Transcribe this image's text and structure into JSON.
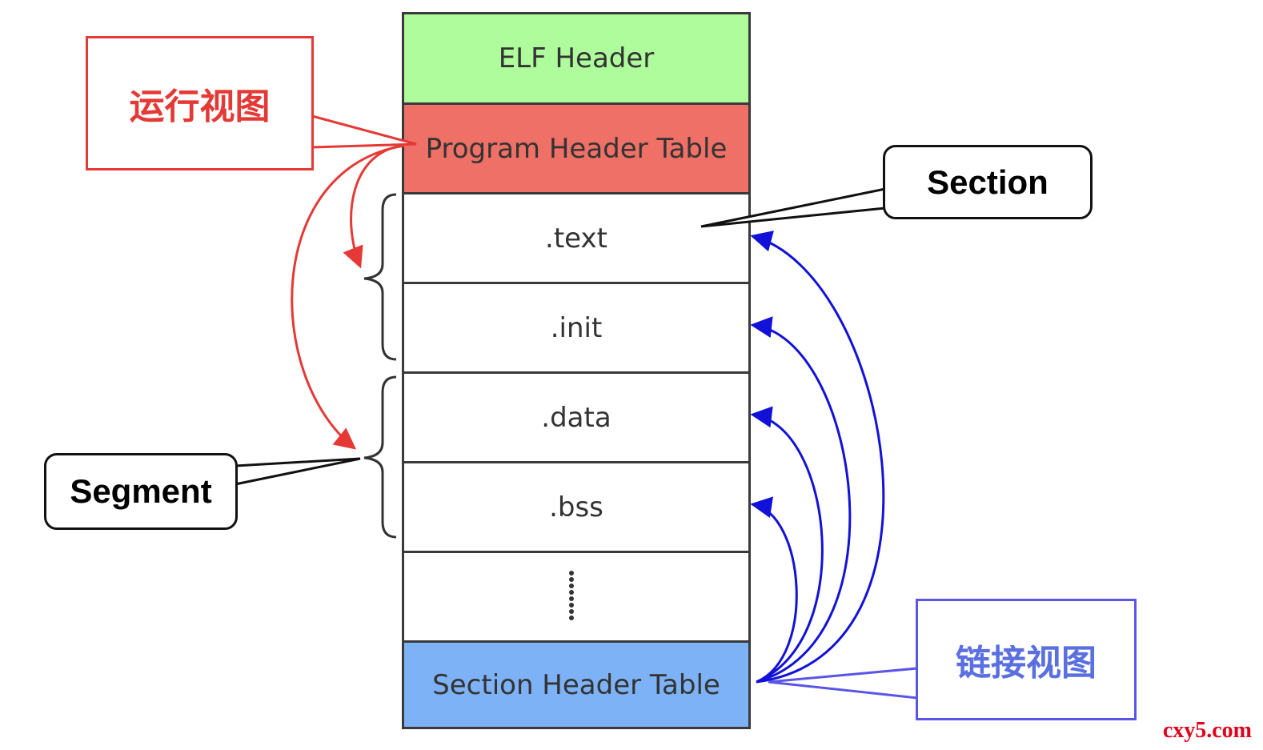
{
  "elf_rows": [
    {
      "label": "ELF Header",
      "fill": "#aefc9b"
    },
    {
      "label": "Program Header Table",
      "fill": "#ee7066"
    },
    {
      "label": ".text",
      "fill": "#ffffff"
    },
    {
      "label": ".init",
      "fill": "#ffffff"
    },
    {
      "label": ".data",
      "fill": "#ffffff"
    },
    {
      "label": ".bss",
      "fill": "#ffffff"
    },
    {
      "label": "",
      "fill": "#ffffff"
    },
    {
      "label": "Section Header Table",
      "fill": "#7eb2f6"
    }
  ],
  "callouts": {
    "run_view": "运行视图",
    "link_view": "链接视图",
    "section": "Section",
    "segment": "Segment"
  },
  "watermark": "cxy5.com",
  "colors": {
    "run_view": "#e53935",
    "link_view": "#1111d8"
  }
}
